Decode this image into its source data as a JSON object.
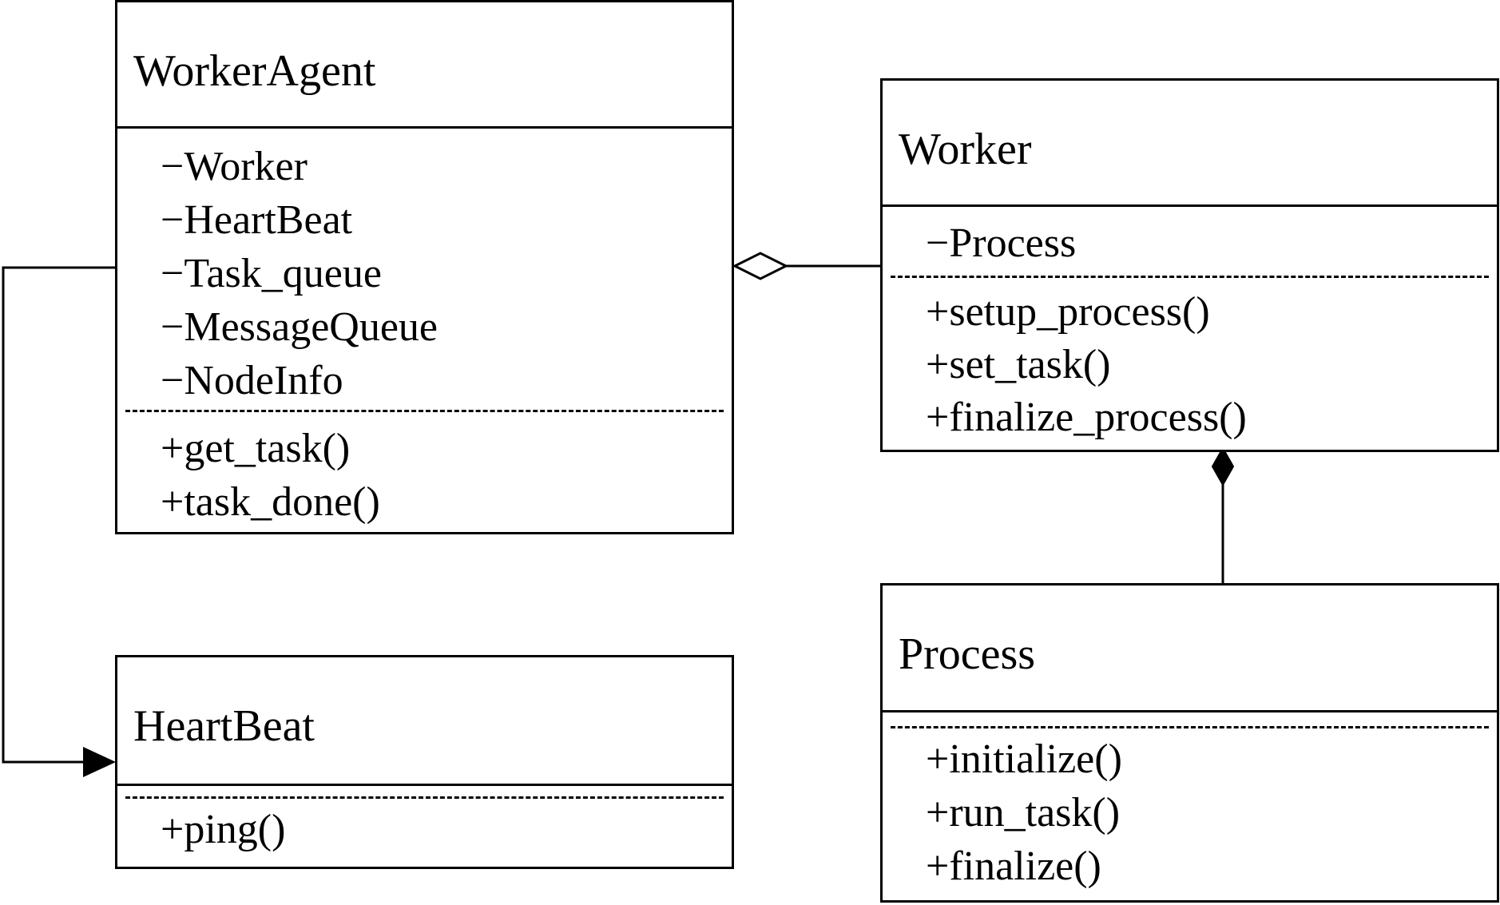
{
  "classes": {
    "worker_agent": {
      "name": "WorkerAgent",
      "attributes": [
        "−Worker",
        "−HeartBeat",
        "−Task_queue",
        "−MessageQueue",
        "−NodeInfo"
      ],
      "methods": [
        "+get_task()",
        "+task_done()"
      ]
    },
    "worker": {
      "name": "Worker",
      "attributes": [
        "−Process"
      ],
      "methods": [
        "+setup_process()",
        "+set_task()",
        "+finalize_process()"
      ]
    },
    "heart_beat": {
      "name": "HeartBeat",
      "methods": [
        "+ping()"
      ]
    },
    "process": {
      "name": "Process",
      "methods": [
        "+initialize()",
        "+run_task()",
        "+finalize()"
      ]
    }
  },
  "relationships": [
    {
      "type": "aggregation",
      "whole": "WorkerAgent",
      "part": "Worker"
    },
    {
      "type": "composition",
      "whole": "Worker",
      "part": "Process"
    },
    {
      "type": "association",
      "from": "WorkerAgent",
      "to": "HeartBeat"
    }
  ]
}
